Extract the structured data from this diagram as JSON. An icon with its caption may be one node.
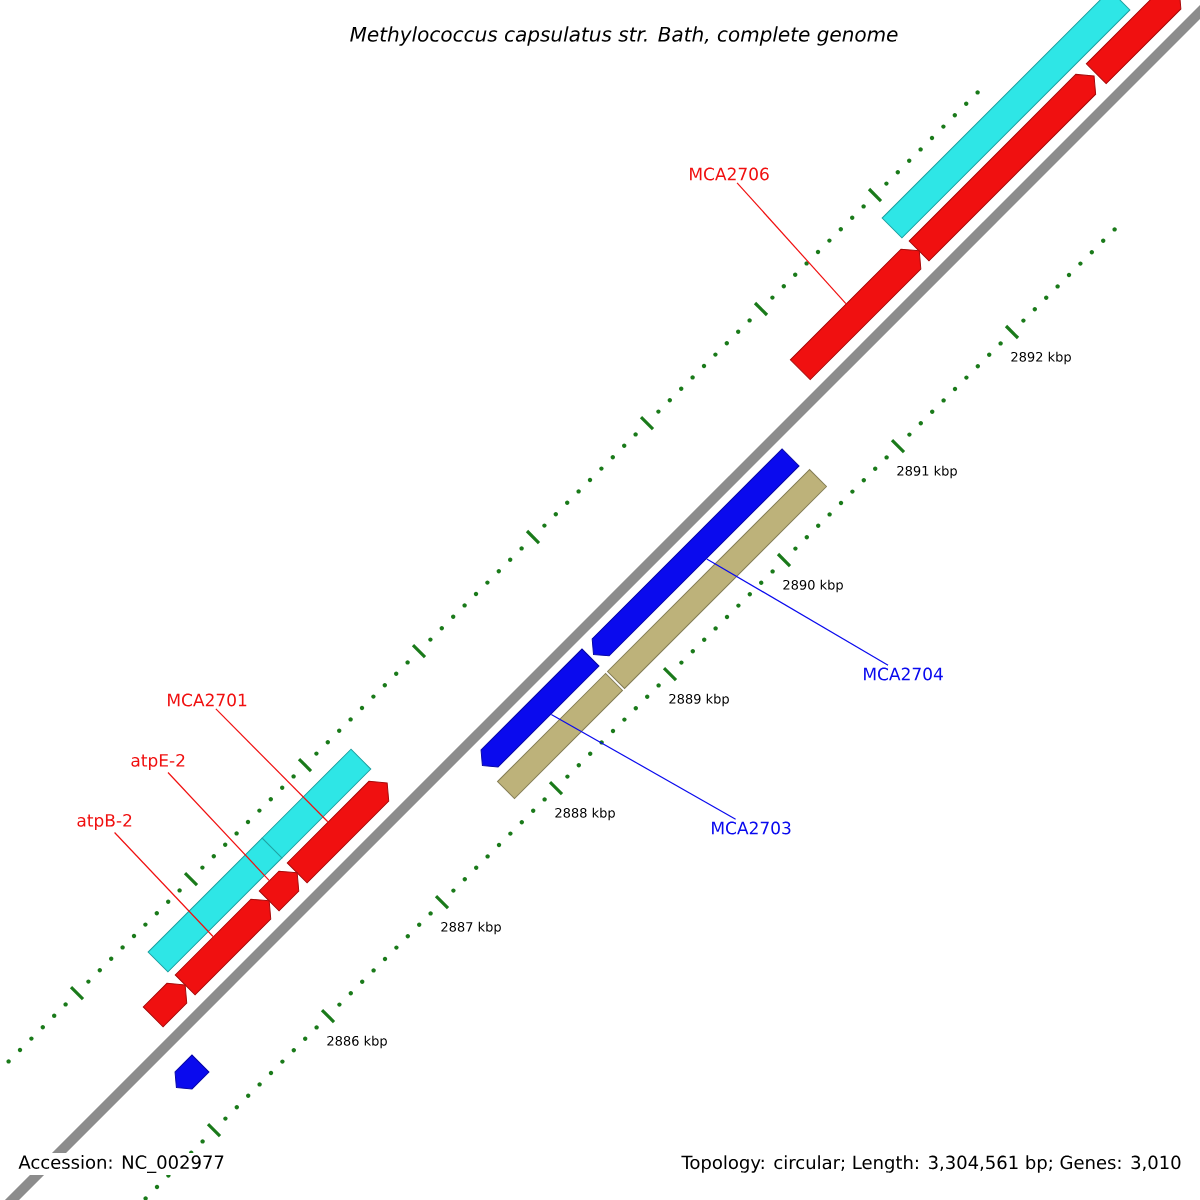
{
  "diagram": {
    "title": "Methylococcus capsulatus str. Bath, complete genome",
    "nodes": [
      {
        "text": [
          "MCA2706"
        ]
      },
      {
        "text": [
          "MCA2701"
        ]
      },
      {
        "text": [
          "atpE-2"
        ]
      },
      {
        "text": [
          "atpB-2"
        ]
      },
      {
        "text": [
          "MCA2704"
        ]
      },
      {
        "text": [
          "MCA2703"
        ]
      },
      {
        "text": [],
        "shape": "bar"
      },
      {
        "text": [],
        "shape": "arrow"
      },
      {
        "text": [],
        "shape": "arrow"
      },
      {
        "text": [],
        "shape": "arrow"
      },
      {
        "text": [],
        "shape": "arrow"
      },
      {
        "text": [],
        "shape": "bar"
      },
      {
        "text": [],
        "shape": "arrow"
      },
      {
        "text": [],
        "shape": "bar"
      },
      {
        "text": [],
        "shape": "bar"
      },
      {
        "text": [],
        "shape": "bar"
      },
      {
        "text": [],
        "shape": "arrow"
      },
      {
        "text": [],
        "shape": "arrow"
      },
      {
        "text": [],
        "shape": "arrow"
      },
      {
        "text": [],
        "shape": "arrow"
      },
      {
        "text": [],
        "shape": "arrow"
      }
    ],
    "edges": [
      {
        "from": 0,
        "to": 9,
        "arrow": "none"
      },
      {
        "from": 1,
        "to": 16,
        "arrow": "none"
      },
      {
        "from": 2,
        "to": 17,
        "arrow": "none"
      },
      {
        "from": 3,
        "to": 18,
        "arrow": "none"
      },
      {
        "from": 4,
        "to": 10,
        "arrow": "none",
        "color": "#0a0aee"
      },
      {
        "from": 5,
        "to": 12,
        "arrow": "none",
        "color": "#0a0aee"
      }
    ],
    "labels": [
      "2892 kbp",
      "2891 kbp",
      "2890 kbp",
      "2889 kbp",
      "2888 kbp",
      "2887 kbp",
      "2886 kbp",
      "Accession: NC_002977",
      "Topology: circular; Length: 3,304,561 bp; Genes: 3,010"
    ]
  }
}
